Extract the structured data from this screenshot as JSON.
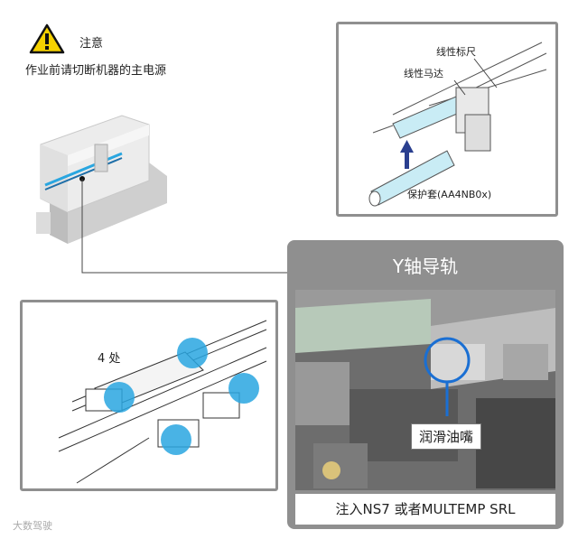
{
  "warning": {
    "label": "注意",
    "text": "作业前请切断机器的主电源"
  },
  "linear_panel": {
    "scale_label": "线性标尺",
    "motor_label": "线性马达",
    "cover_label": "保护套(AA4NB0x)"
  },
  "points_panel": {
    "count_label": "4 处"
  },
  "rail_panel": {
    "title": "Y轴导轨",
    "nozzle_label": "润滑油嘴",
    "caption": "注入NS7 或者MULTEMP  SRL"
  },
  "watermark": "大数驾驶",
  "colors": {
    "frame": "#8f8f8f",
    "highlight": "#29a6e0",
    "warning": "#f5d100",
    "arrow": "#2a3f8f"
  }
}
